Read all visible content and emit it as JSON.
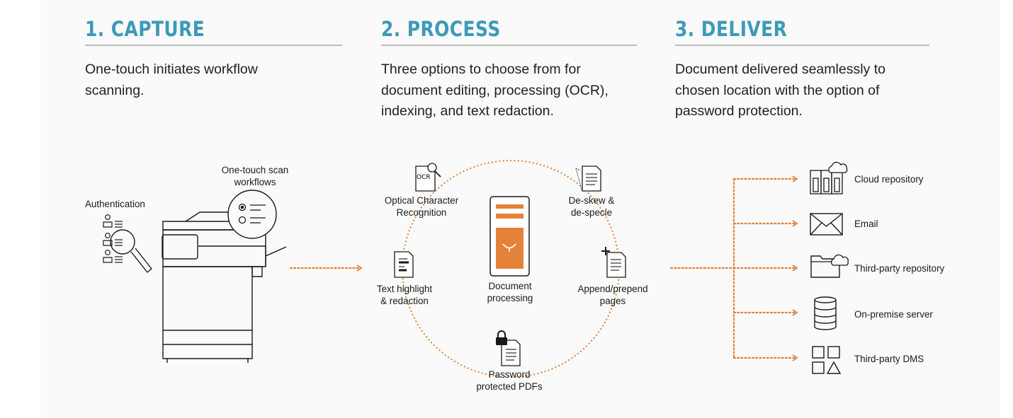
{
  "steps": [
    {
      "title": "1. CAPTURE",
      "description": "One-touch initiates workflow scanning."
    },
    {
      "title": "2. PROCESS",
      "description": "Three options to choose from for document editing, processing (OCR), indexing, and text redaction."
    },
    {
      "title": "3. DELIVER",
      "description": "Document delivered seamlessly to chosen location with the option of password protection."
    }
  ],
  "capture": {
    "authentication": "Authentication",
    "one_touch": [
      "One-touch scan",
      "workflows"
    ]
  },
  "process": {
    "ocr_icon_text": "OCR",
    "ocr": [
      "Optical Character",
      "Recognition"
    ],
    "deskew": [
      "De-skew &",
      "de-specle"
    ],
    "append": [
      "Append/prepend",
      "pages"
    ],
    "password": [
      "Password",
      "protected PDFs"
    ],
    "highlight": [
      "Text highlight",
      "& redaction"
    ],
    "center": [
      "Document",
      "processing"
    ]
  },
  "deliver": {
    "destinations": [
      "Cloud repository",
      "Email",
      "Third-party repository",
      "On-premise server",
      "Third-party DMS"
    ]
  },
  "colors": {
    "title_blue": "#3d9ab8",
    "accent_orange": "#e4813a",
    "rule_gray": "#bdbdbd"
  }
}
